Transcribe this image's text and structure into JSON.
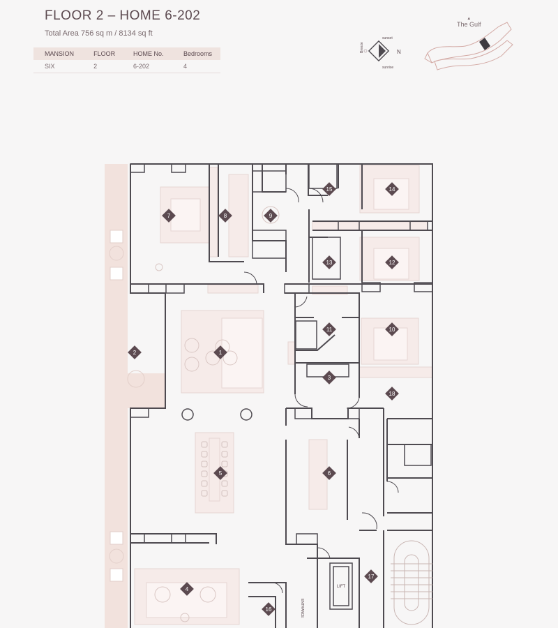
{
  "header": {
    "title": "FLOOR 2 – HOME 6-202",
    "subtitle": "Total Area 756 sq m / 8134 sq ft"
  },
  "info_table": {
    "columns": [
      "MANSION",
      "FLOOR",
      "HOME No.",
      "Bedrooms"
    ],
    "row": [
      "SIX",
      "2",
      "6-202",
      "4"
    ]
  },
  "compass": {
    "north": "N",
    "sunset": "sunset",
    "sunrise": "sunrise",
    "breeze": "Breeze"
  },
  "location": {
    "label": "The Gulf"
  },
  "plan": {
    "room_markers": [
      "1",
      "2",
      "3",
      "4",
      "5",
      "6",
      "7",
      "8",
      "9",
      "10",
      "11",
      "12",
      "13",
      "14",
      "15",
      "16",
      "17",
      "18"
    ],
    "lift_label": "LIFT",
    "entrance_label": "ENTRANCE"
  },
  "colors": {
    "wall": "#4e4a50",
    "furniture": "#eee3e1",
    "marker": "#5c4a50",
    "terrace": "#f2e2dd",
    "background": "#f7f6f6"
  }
}
